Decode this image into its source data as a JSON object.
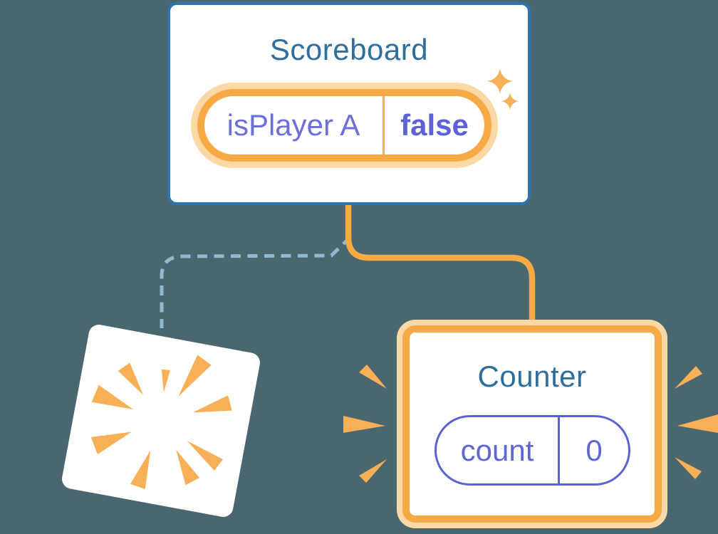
{
  "illustration": {
    "background_color": "#4A6770"
  },
  "scoreboard_card": {
    "title": "Scoreboard",
    "state_pill": {
      "label": "isPlayer A",
      "value": "false"
    }
  },
  "counter_card": {
    "title": "Counter",
    "state_pill": {
      "label": "count",
      "value": "0"
    }
  },
  "connectors": {
    "active_branch": "solid-orange-line",
    "removed_branch": "dashed-blue-line"
  },
  "icons": {
    "sparkles": "sparkles-icon",
    "explosion": "explosion-burst-icon",
    "emphasis": "emphasis-rays-icon"
  },
  "colors": {
    "background": "#4A6770",
    "card_border_blue": "#2E74AE",
    "title_text_blue": "#2E6F9E",
    "orange_strong": "#F6A945",
    "orange_light_ring": "#FBD8A6",
    "state_label_indigo": "#6A6FD9",
    "state_value_indigo_bold": "#5C62D6",
    "counter_pill_border": "#5B63D3",
    "dashed_line_blue": "#94B8D0",
    "burst_orange": "#F7B056"
  }
}
